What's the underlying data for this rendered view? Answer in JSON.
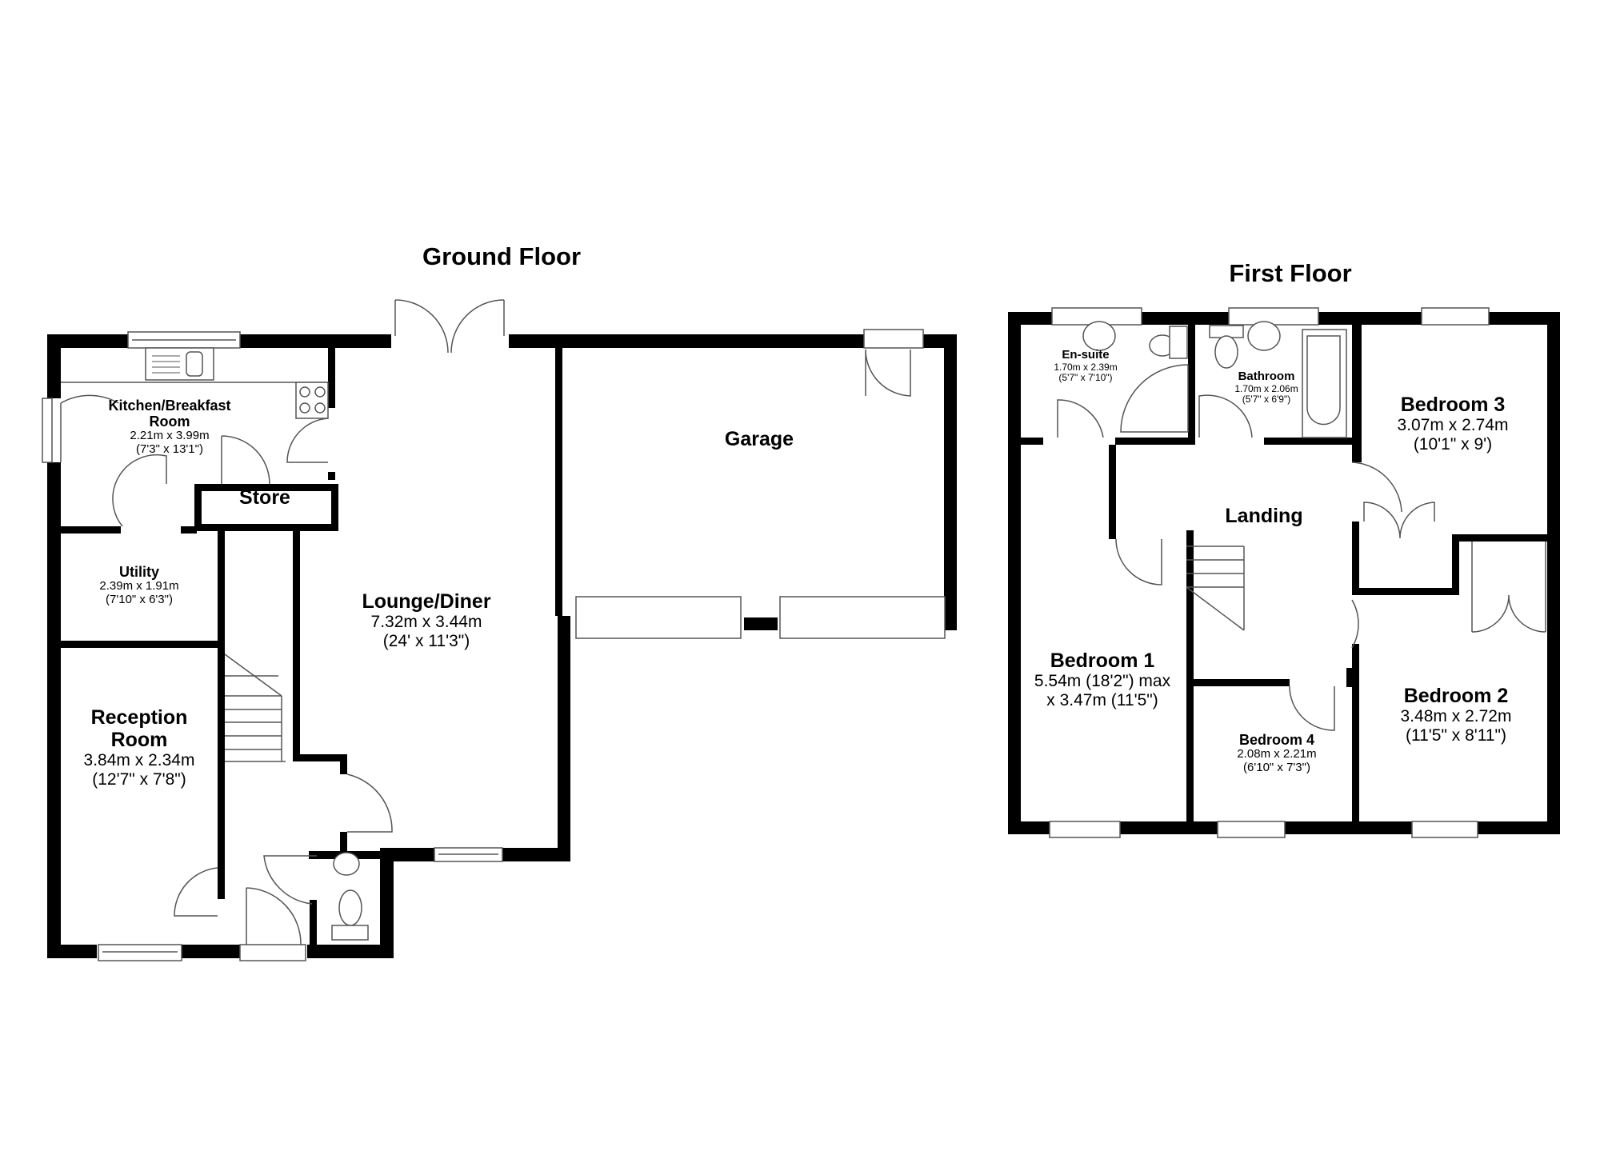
{
  "ground_floor": {
    "title": "Ground Floor",
    "rooms": {
      "kitchen": {
        "name": "Kitchen/Breakfast Room",
        "name_line1": "Kitchen/Breakfast",
        "name_line2": "Room",
        "metric": "2.21m x 3.99m",
        "imperial": "(7'3\" x 13'1\")"
      },
      "store": {
        "name": "Store"
      },
      "utility": {
        "name": "Utility",
        "metric": "2.39m x 1.91m",
        "imperial": "(7'10\" x 6'3\")"
      },
      "reception": {
        "name": "Reception Room",
        "name_line1": "Reception",
        "name_line2": "Room",
        "metric": "3.84m x 2.34m",
        "imperial": "(12'7\" x 7'8\")"
      },
      "lounge": {
        "name": "Lounge/Diner",
        "metric": "7.32m x 3.44m",
        "imperial": "(24' x 11'3\")"
      },
      "garage": {
        "name": "Garage"
      }
    }
  },
  "first_floor": {
    "title": "First Floor",
    "rooms": {
      "ensuite": {
        "name": "En-suite",
        "metric": "1.70m x 2.39m",
        "imperial": "(5'7\" x 7'10\")"
      },
      "bathroom": {
        "name": "Bathroom",
        "metric": "1.70m x 2.06m",
        "imperial": "(5'7\" x 6'9\")"
      },
      "bedroom3": {
        "name": "Bedroom 3",
        "metric": "3.07m x 2.74m",
        "imperial": "(10'1\" x 9')"
      },
      "landing": {
        "name": "Landing"
      },
      "bedroom1": {
        "name": "Bedroom 1",
        "line1": "5.54m (18'2\") max",
        "line2": "x 3.47m (11'5\")"
      },
      "bedroom4": {
        "name": "Bedroom 4",
        "metric": "2.08m x 2.21m",
        "imperial": "(6'10\" x 7'3\")"
      },
      "bedroom2": {
        "name": "Bedroom 2",
        "metric": "3.48m x 2.72m",
        "imperial": "(11'5\" x 8'11\")"
      }
    }
  },
  "colors": {
    "wall": "#000000",
    "background": "#ffffff",
    "fixture_line": "#555555"
  }
}
